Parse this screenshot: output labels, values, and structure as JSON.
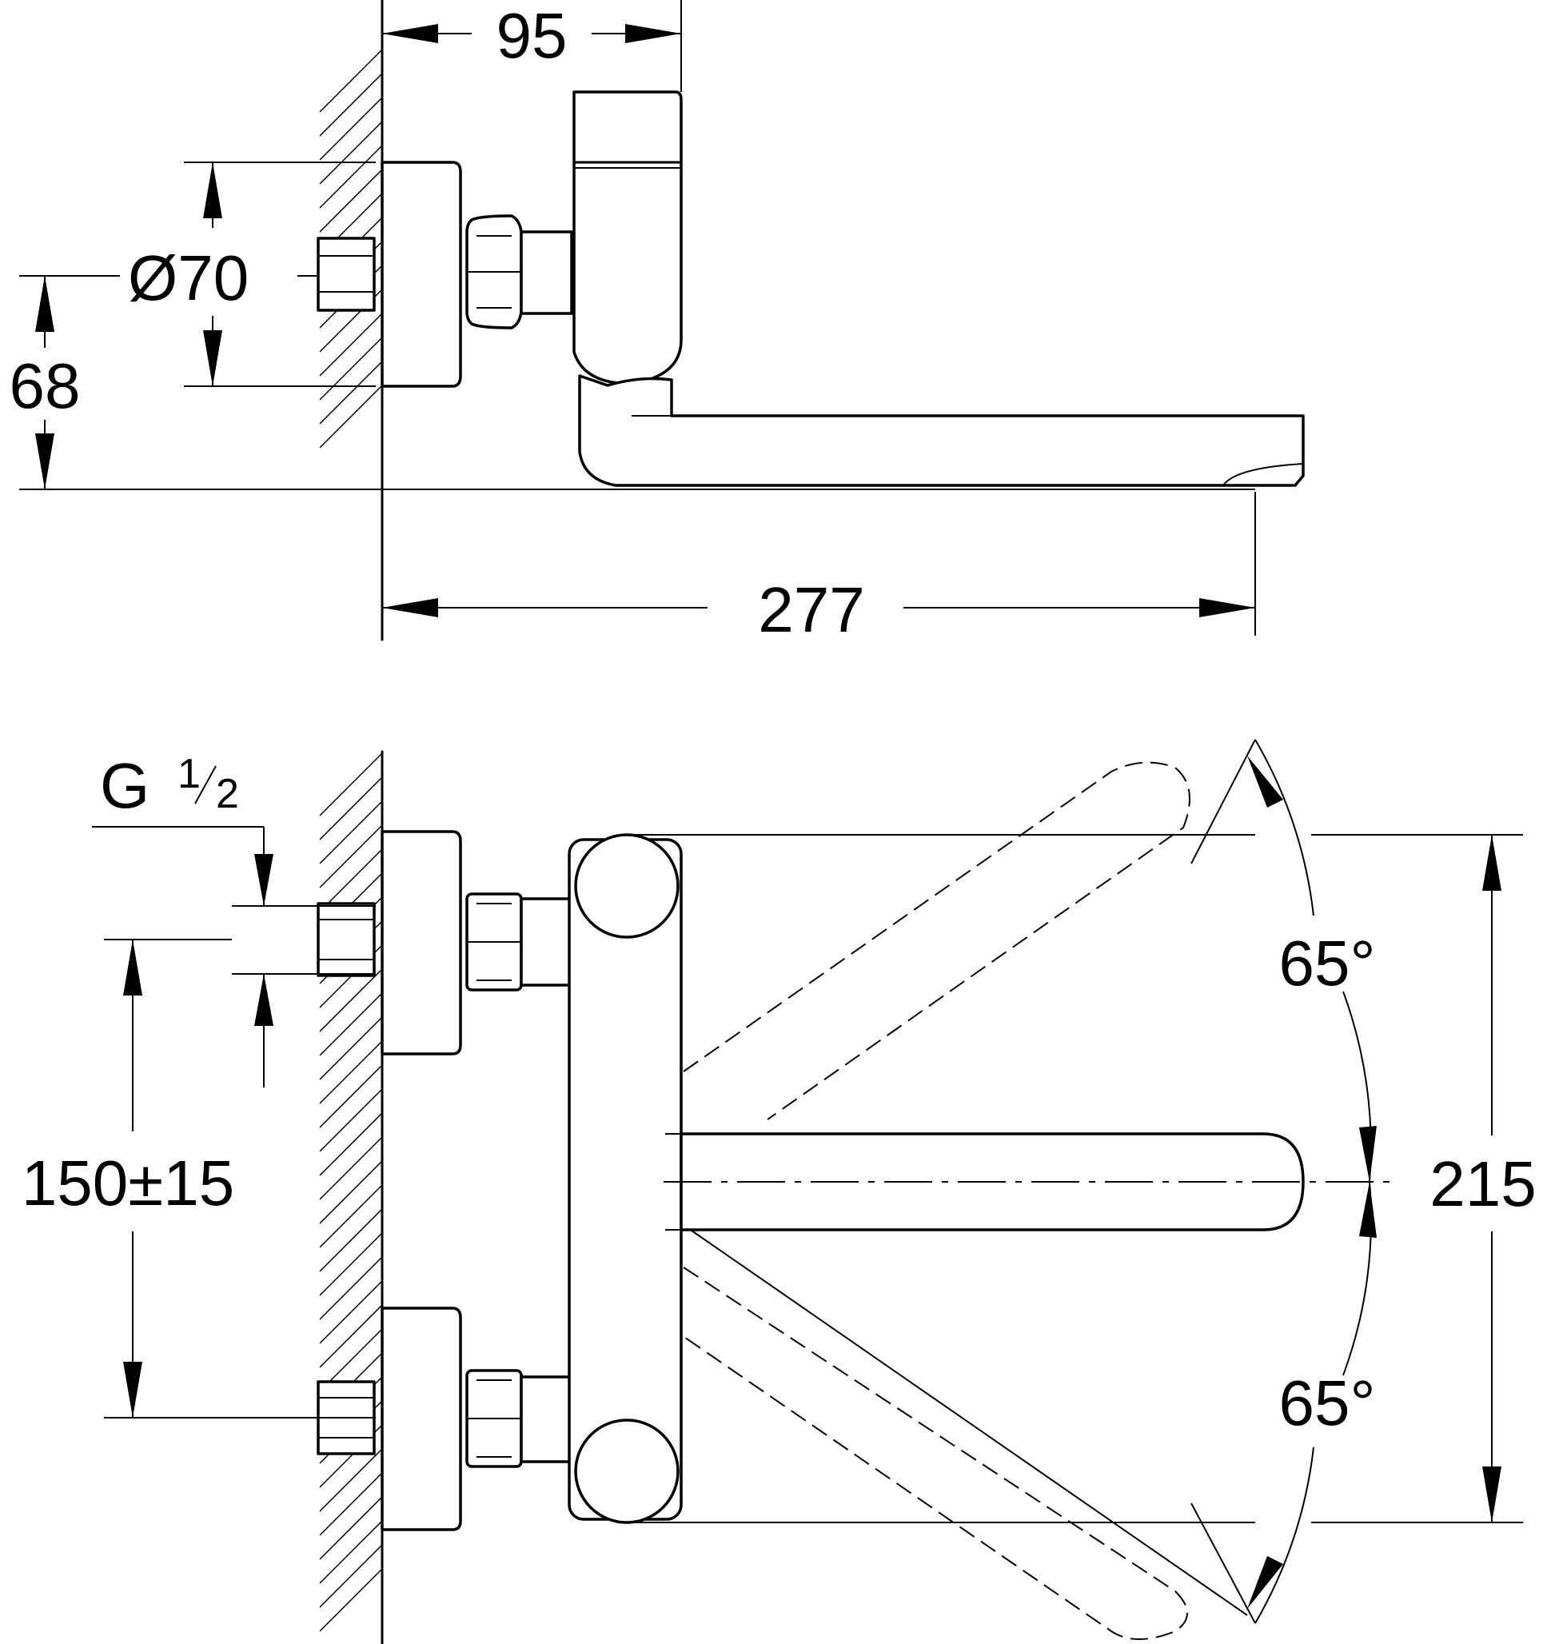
{
  "side_view": {
    "dim_width_top": "95",
    "dim_diameter": "Ø70",
    "dim_height": "68",
    "dim_length": "277"
  },
  "front_view": {
    "thread_label_g": "G",
    "thread_label_num": "1",
    "thread_label_den": "2",
    "dim_center_distance": "150±15",
    "dim_height": "215",
    "angle_upper": "65°",
    "angle_lower": "65°"
  }
}
